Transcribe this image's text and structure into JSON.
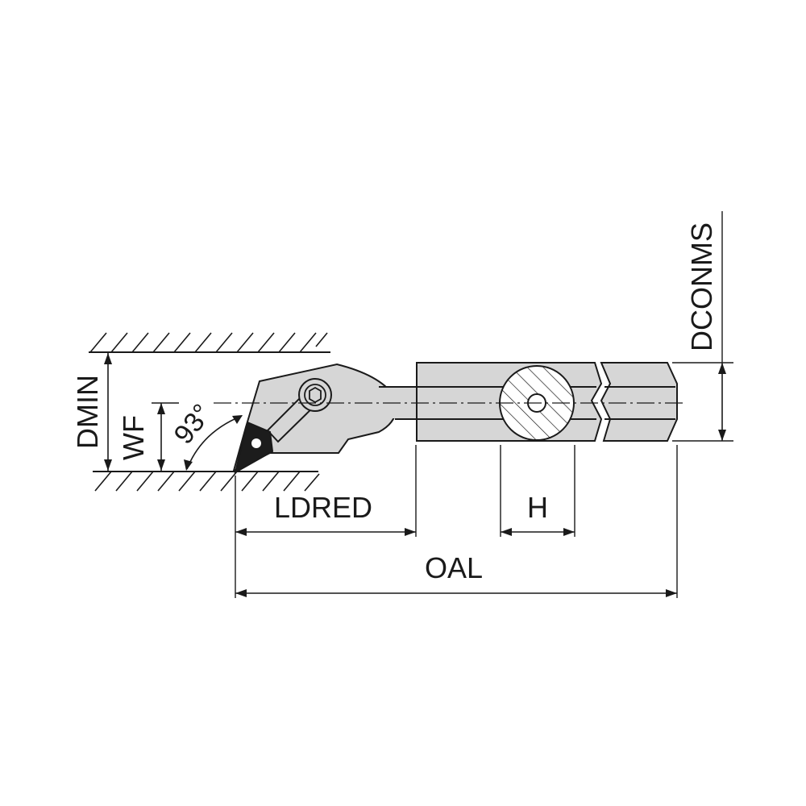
{
  "labels": {
    "dmin": "DMIN",
    "wf": "WF",
    "angle": "93°",
    "ldred": "LDRED",
    "h": "H",
    "oal": "OAL",
    "dconms": "DCONMS"
  },
  "colors": {
    "line": "#1a1a1a",
    "body_fill": "#d6d6d6",
    "insert_fill": "#1c1c1c",
    "background": "#ffffff"
  }
}
